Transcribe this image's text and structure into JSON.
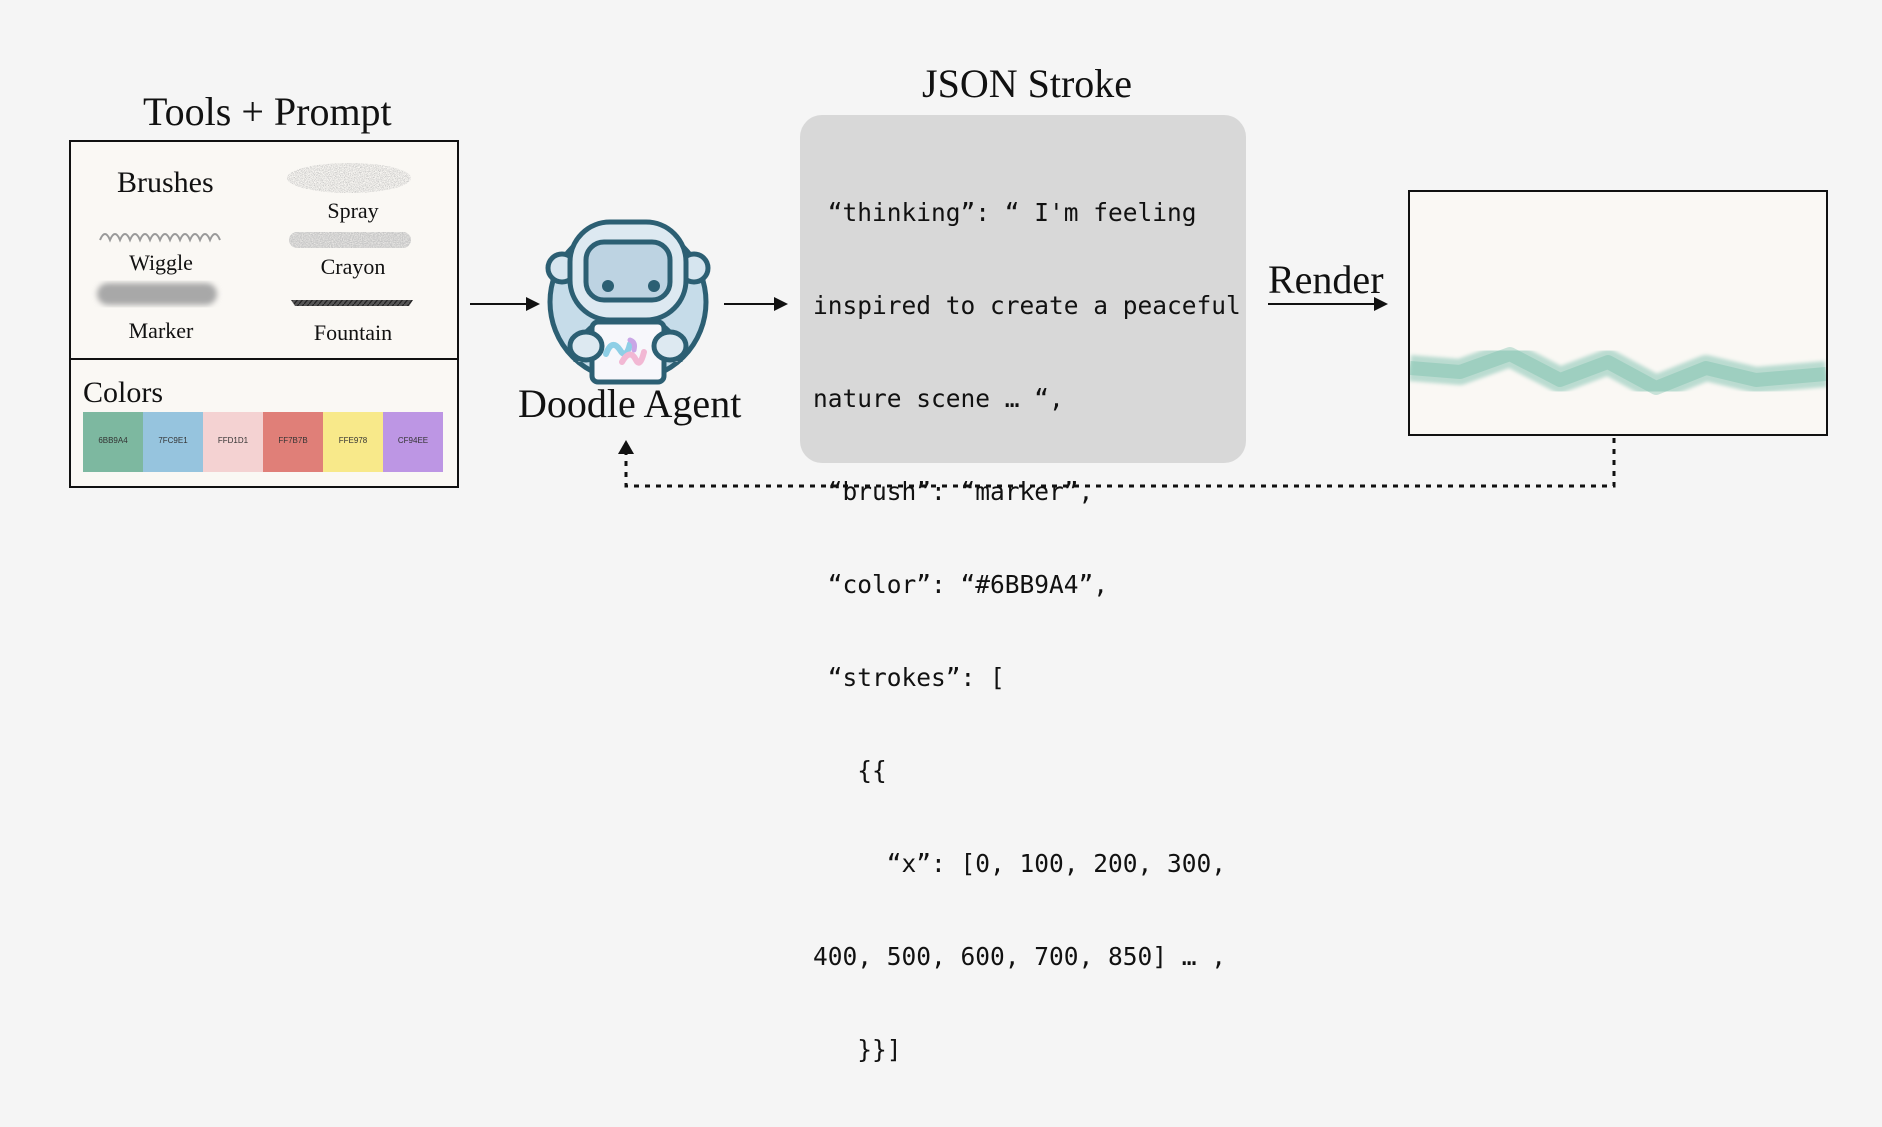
{
  "tools_panel": {
    "title": "Tools + Prompt",
    "brushes": {
      "heading": "Brushes",
      "items": [
        {
          "id": "spray",
          "label": "Spray"
        },
        {
          "id": "wiggle",
          "label": "Wiggle"
        },
        {
          "id": "crayon",
          "label": "Crayon"
        },
        {
          "id": "marker",
          "label": "Marker"
        },
        {
          "id": "fountain",
          "label": "Fountain"
        }
      ]
    },
    "colors": {
      "heading": "Colors",
      "swatches": [
        {
          "hex": "6BB9A4",
          "color": "#7db8a0"
        },
        {
          "hex": "7FC9E1",
          "color": "#96c4de"
        },
        {
          "hex": "FFD1D1",
          "color": "#f4d2d2"
        },
        {
          "hex": "FF7B7B",
          "color": "#e07f78"
        },
        {
          "hex": "FFE978",
          "color": "#f8e98a"
        },
        {
          "hex": "CF94EE",
          "color": "#bd96e4"
        }
      ]
    }
  },
  "agent": {
    "label": "Doodle Agent",
    "colors": {
      "outline": "#2c5f73",
      "face": "#dde9f1",
      "visor": "#bdd3e2",
      "background": "#c6dce9"
    }
  },
  "json_stroke": {
    "title": "JSON Stroke",
    "lines": [
      " “thinking”: “ I'm feeling",
      "inspired to create a peaceful",
      "nature scene … “,",
      " “brush”: “marker”,",
      " “color”: “#6BB9A4”,",
      " “strokes”: [",
      "   {{",
      "     “x”: [0, 100, 200, 300,",
      "400, 500, 600, 700, 850] … ,",
      "   }}]"
    ]
  },
  "render": {
    "label": "Render",
    "stroke_color": "#6BB9A4"
  }
}
